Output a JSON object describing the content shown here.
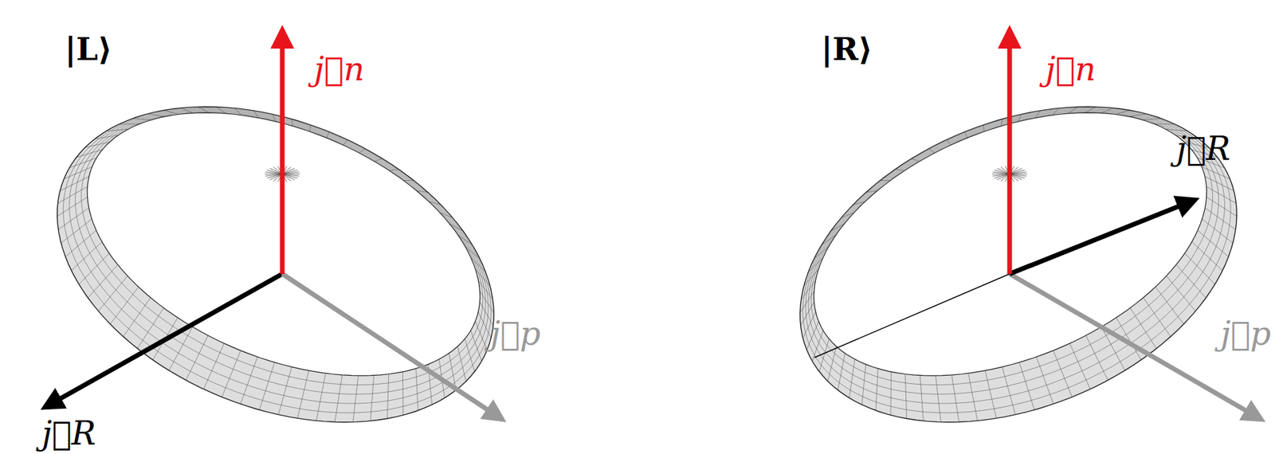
{
  "diagram": {
    "labels": [
      "|L⟩",
      "j⃗n",
      "j⃗R",
      "j⃗p",
      "|R⟩",
      "j⃗n",
      "j⃗R",
      "j⃗p"
    ]
  }
}
